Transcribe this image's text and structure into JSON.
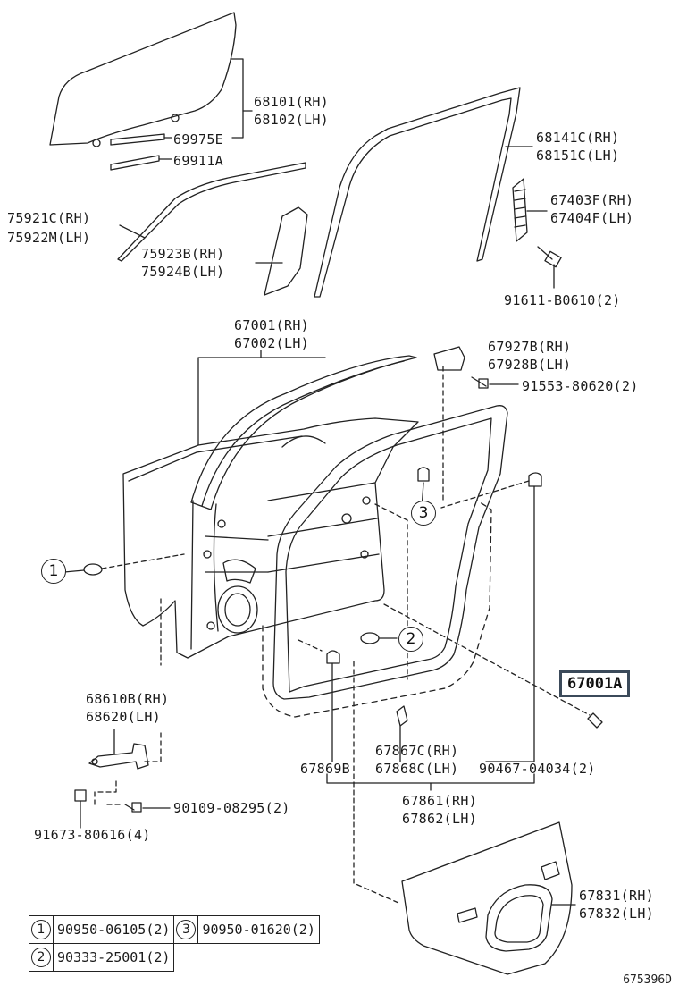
{
  "labels": {
    "l68101": "68101(RH)",
    "l68102": "68102(LH)",
    "l69975": "69975E",
    "l69911": "69911A",
    "l75921": "75921C(RH)",
    "l75922": "75922M(LH)",
    "l75923": "75923B(RH)",
    "l75924": "75924B(LH)",
    "l68141": "68141C(RH)",
    "l68151": "68151C(LH)",
    "l67403": "67403F(RH)",
    "l67404": "67404F(LH)",
    "l91611": "91611-B0610(2)",
    "l67001": "67001(RH)",
    "l67002": "67002(LH)",
    "l67927": "67927B(RH)",
    "l67928": "67928B(LH)",
    "l91553": "91553-80620(2)",
    "l68610": "68610B(RH)",
    "l68620": "68620(LH)",
    "l67867": "67867C(RH)",
    "l67869": "67869B",
    "l67868": "67868C(LH)",
    "l90467": "90467-04034(2)",
    "l90109": "90109-08295(2)",
    "l91673": "91673-80616(4)",
    "l67861": "67861(RH)",
    "l67862": "67862(LH)",
    "l67831": "67831(RH)",
    "l67832": "67832(LH)"
  },
  "callout": "67001A",
  "circles": {
    "c1": "1",
    "c2": "2",
    "c3": "3"
  },
  "legend": {
    "r1n1": "1",
    "r1v1": "90950-06105(2)",
    "r1n2": "3",
    "r1v2": "90950-01620(2)",
    "r2n1": "2",
    "r2v1": "90333-25001(2)"
  },
  "diagram_code": "675396D"
}
